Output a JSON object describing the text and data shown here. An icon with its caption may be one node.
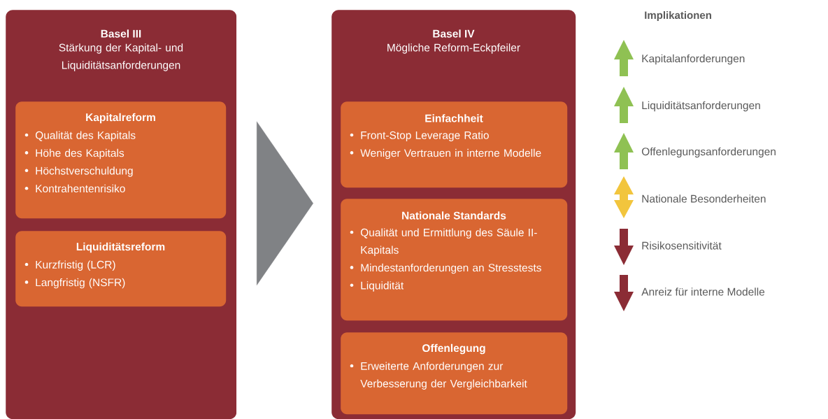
{
  "diagram": {
    "nodes": [
      {
        "text": [
          "Basel III",
          "Stärkung der Kapital- und Liquiditätsanforderungen"
        ]
      },
      {
        "text": [
          "Kapitalreform",
          "Qualität des Kapitals",
          "Höhe des Kapitals",
          "Höchstverschuldung",
          "Kontrahentenrisiko"
        ],
        "in": 0
      },
      {
        "text": [
          "Liquiditätsreform",
          "Kurzfristig (LCR)",
          "Langfristig (NSFR)"
        ],
        "in": 0
      },
      {
        "text": [
          "Basel IV",
          "Mögliche Reform-Eckpfeiler"
        ]
      },
      {
        "text": [
          "Einfachheit",
          "Front-Stop Leverage Ratio",
          "Weniger Vertrauen in interne Modelle"
        ],
        "in": 3
      },
      {
        "text": [
          "Nationale Standards",
          "Qualität und Ermittlung des Säule II-Kapitals",
          "Mindestanforderungen an Stresstests",
          "Liquidität"
        ],
        "in": 3
      },
      {
        "text": [
          "Offenlegung",
          "Erweiterte Anforderungen zur Verbesserung der Vergleichbarkeit"
        ],
        "in": 3
      }
    ],
    "edges": [
      {
        "from": 0,
        "to": 3,
        "arrow": "to"
      }
    ],
    "labels": [
      "Implikationen"
    ],
    "legend": [
      {
        "text": "Kapitalanforderungen",
        "color": "#8fc153"
      },
      {
        "text": "Liquiditätsanforderungen",
        "color": "#8fc153"
      },
      {
        "text": "Offenlegungsanforderungen",
        "color": "#8fc153"
      },
      {
        "text": "Nationale Besonderheiten",
        "color": "#f2c53d"
      },
      {
        "text": "Risikosensitivität",
        "color": "#8b2c35"
      },
      {
        "text": "Anreiz für interne Modelle",
        "color": "#8b2c35"
      }
    ]
  }
}
